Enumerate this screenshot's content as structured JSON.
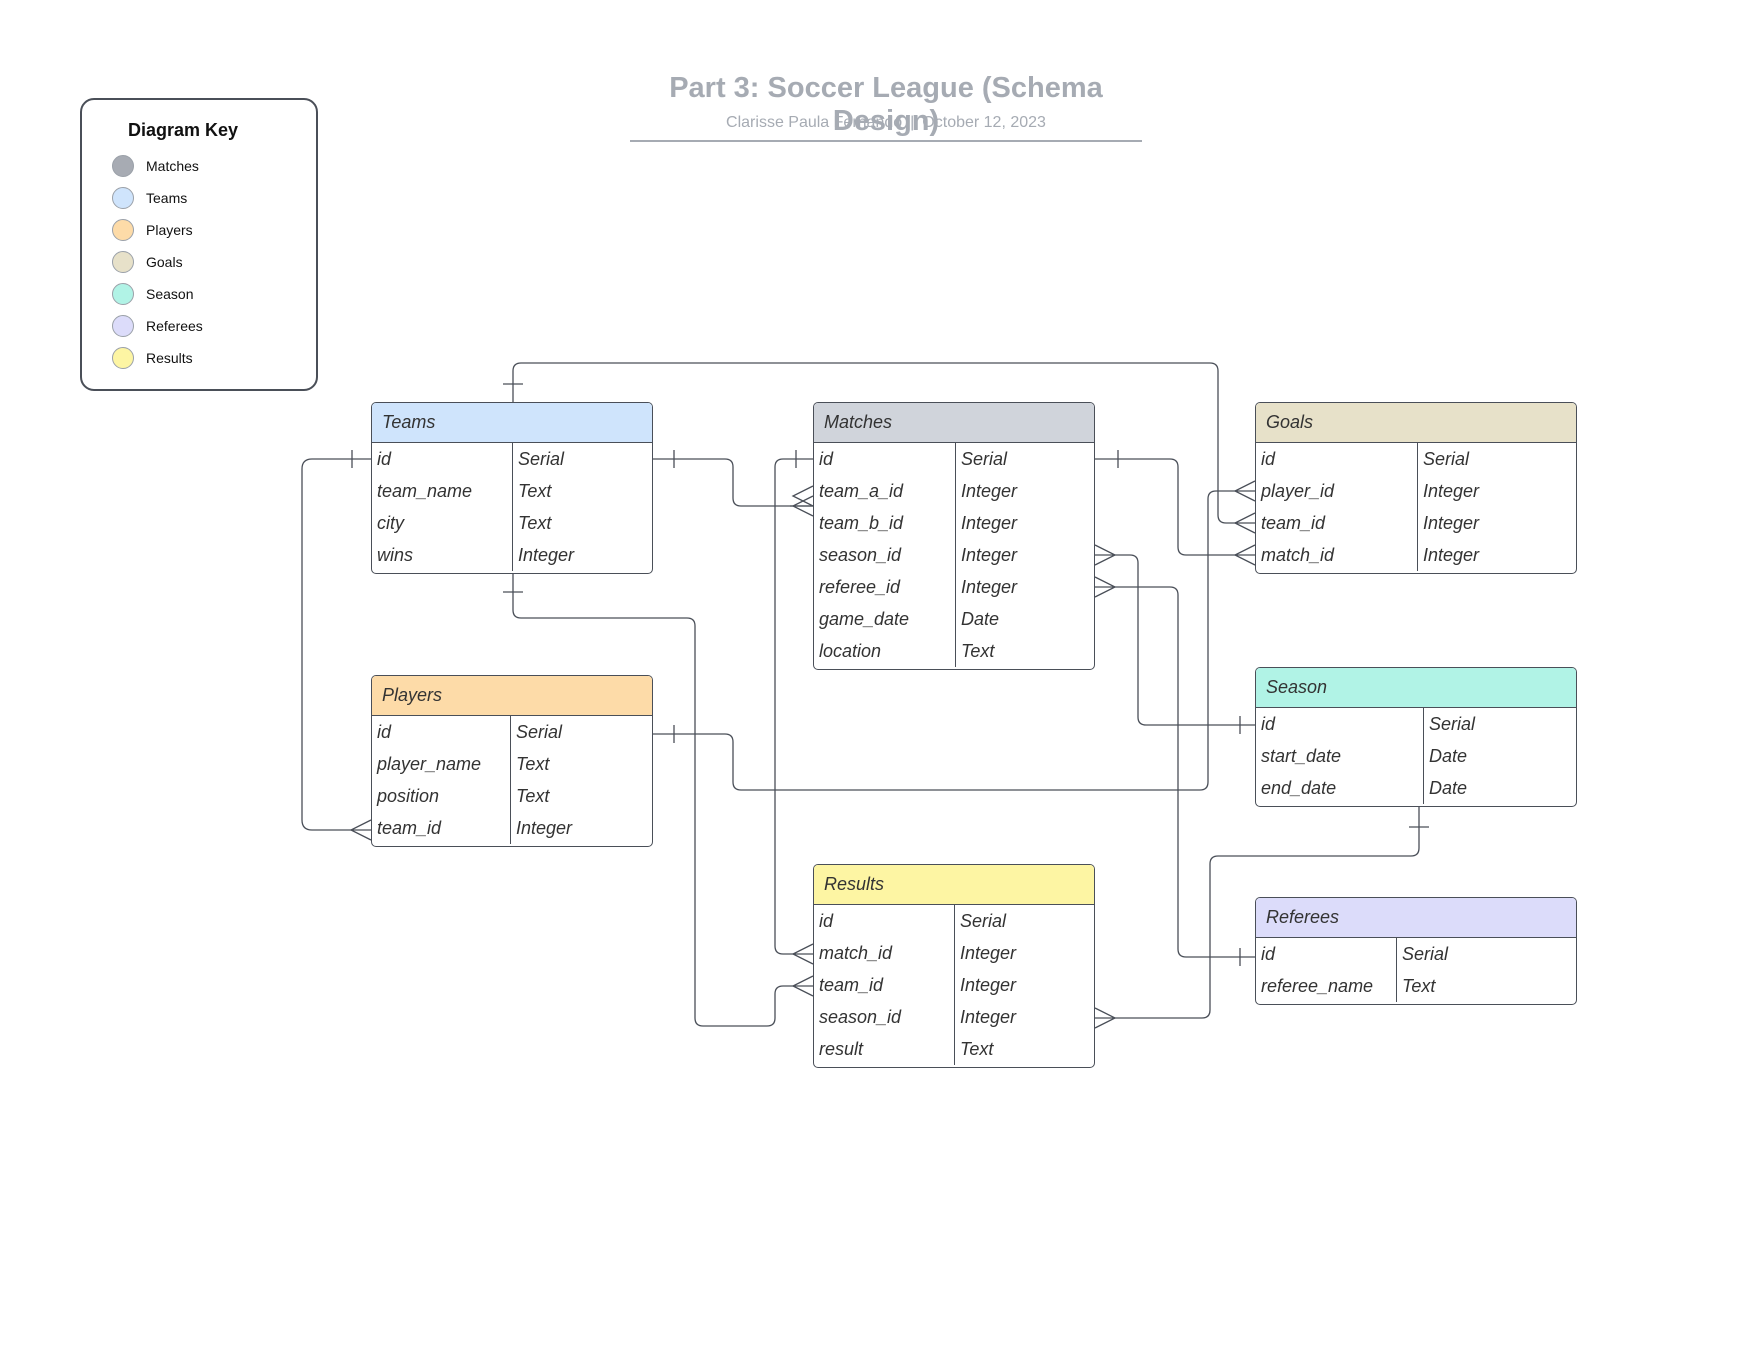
{
  "header": {
    "title": "Part 3: Soccer League (Schema Design)",
    "author": "Clarisse Paula Fernando",
    "separator": "|",
    "date": "October 12, 2023"
  },
  "legend": {
    "title": "Diagram Key",
    "items": [
      {
        "label": "Matches",
        "color": "#a7abb3"
      },
      {
        "label": "Teams",
        "color": "#cfe4fc"
      },
      {
        "label": "Players",
        "color": "#fddba8"
      },
      {
        "label": "Goals",
        "color": "#e7e1c9"
      },
      {
        "label": "Season",
        "color": "#b1f3e6"
      },
      {
        "label": "Referees",
        "color": "#dcdcfa"
      },
      {
        "label": "Results",
        "color": "#fdf5a3"
      }
    ]
  },
  "entities": {
    "teams": {
      "name": "Teams",
      "color": "#cfe4fc",
      "fields": [
        {
          "name": "id",
          "type": "Serial"
        },
        {
          "name": "team_name",
          "type": "Text"
        },
        {
          "name": "city",
          "type": "Text"
        },
        {
          "name": "wins",
          "type": "Integer"
        }
      ]
    },
    "matches": {
      "name": "Matches",
      "color": "#d0d4db",
      "fields": [
        {
          "name": "id",
          "type": "Serial"
        },
        {
          "name": "team_a_id",
          "type": "Integer"
        },
        {
          "name": "team_b_id",
          "type": "Integer"
        },
        {
          "name": "season_id",
          "type": "Integer"
        },
        {
          "name": "referee_id",
          "type": "Integer"
        },
        {
          "name": "game_date",
          "type": "Date"
        },
        {
          "name": "location",
          "type": "Text"
        }
      ]
    },
    "goals": {
      "name": "Goals",
      "color": "#e7e1c9",
      "fields": [
        {
          "name": "id",
          "type": "Serial"
        },
        {
          "name": "player_id",
          "type": "Integer"
        },
        {
          "name": "team_id",
          "type": "Integer"
        },
        {
          "name": "match_id",
          "type": "Integer"
        }
      ]
    },
    "players": {
      "name": "Players",
      "color": "#fddba8",
      "fields": [
        {
          "name": "id",
          "type": "Serial"
        },
        {
          "name": "player_name",
          "type": "Text"
        },
        {
          "name": "position",
          "type": "Text"
        },
        {
          "name": "team_id",
          "type": "Integer"
        }
      ]
    },
    "season": {
      "name": "Season",
      "color": "#b1f3e6",
      "fields": [
        {
          "name": "id",
          "type": "Serial"
        },
        {
          "name": "start_date",
          "type": "Date"
        },
        {
          "name": "end_date",
          "type": "Date"
        }
      ]
    },
    "results": {
      "name": "Results",
      "color": "#fdf5a3",
      "fields": [
        {
          "name": "id",
          "type": "Serial"
        },
        {
          "name": "match_id",
          "type": "Integer"
        },
        {
          "name": "team_id",
          "type": "Integer"
        },
        {
          "name": "season_id",
          "type": "Integer"
        },
        {
          "name": "result",
          "type": "Text"
        }
      ]
    },
    "referees": {
      "name": "Referees",
      "color": "#dcdcfa",
      "fields": [
        {
          "name": "id",
          "type": "Serial"
        },
        {
          "name": "referee_name",
          "type": "Text"
        }
      ]
    }
  },
  "relationships": [
    {
      "from": "teams.id",
      "to": "matches.team_a_id",
      "cardinality": "one-to-many"
    },
    {
      "from": "teams.id",
      "to": "matches.team_b_id",
      "cardinality": "one-to-many"
    },
    {
      "from": "teams.id",
      "to": "players.team_id",
      "cardinality": "one-to-many"
    },
    {
      "from": "teams.id",
      "to": "goals.team_id",
      "cardinality": "one-to-many"
    },
    {
      "from": "teams.id",
      "to": "results.team_id",
      "cardinality": "one-to-many"
    },
    {
      "from": "matches.id",
      "to": "goals.match_id",
      "cardinality": "one-to-many"
    },
    {
      "from": "matches.id",
      "to": "results.match_id",
      "cardinality": "one-to-many"
    },
    {
      "from": "players.id",
      "to": "goals.player_id",
      "cardinality": "one-to-many"
    },
    {
      "from": "season.id",
      "to": "matches.season_id",
      "cardinality": "one-to-many"
    },
    {
      "from": "season.id",
      "to": "results.season_id",
      "cardinality": "one-to-many"
    },
    {
      "from": "referees.id",
      "to": "matches.referee_id",
      "cardinality": "one-to-many"
    }
  ]
}
